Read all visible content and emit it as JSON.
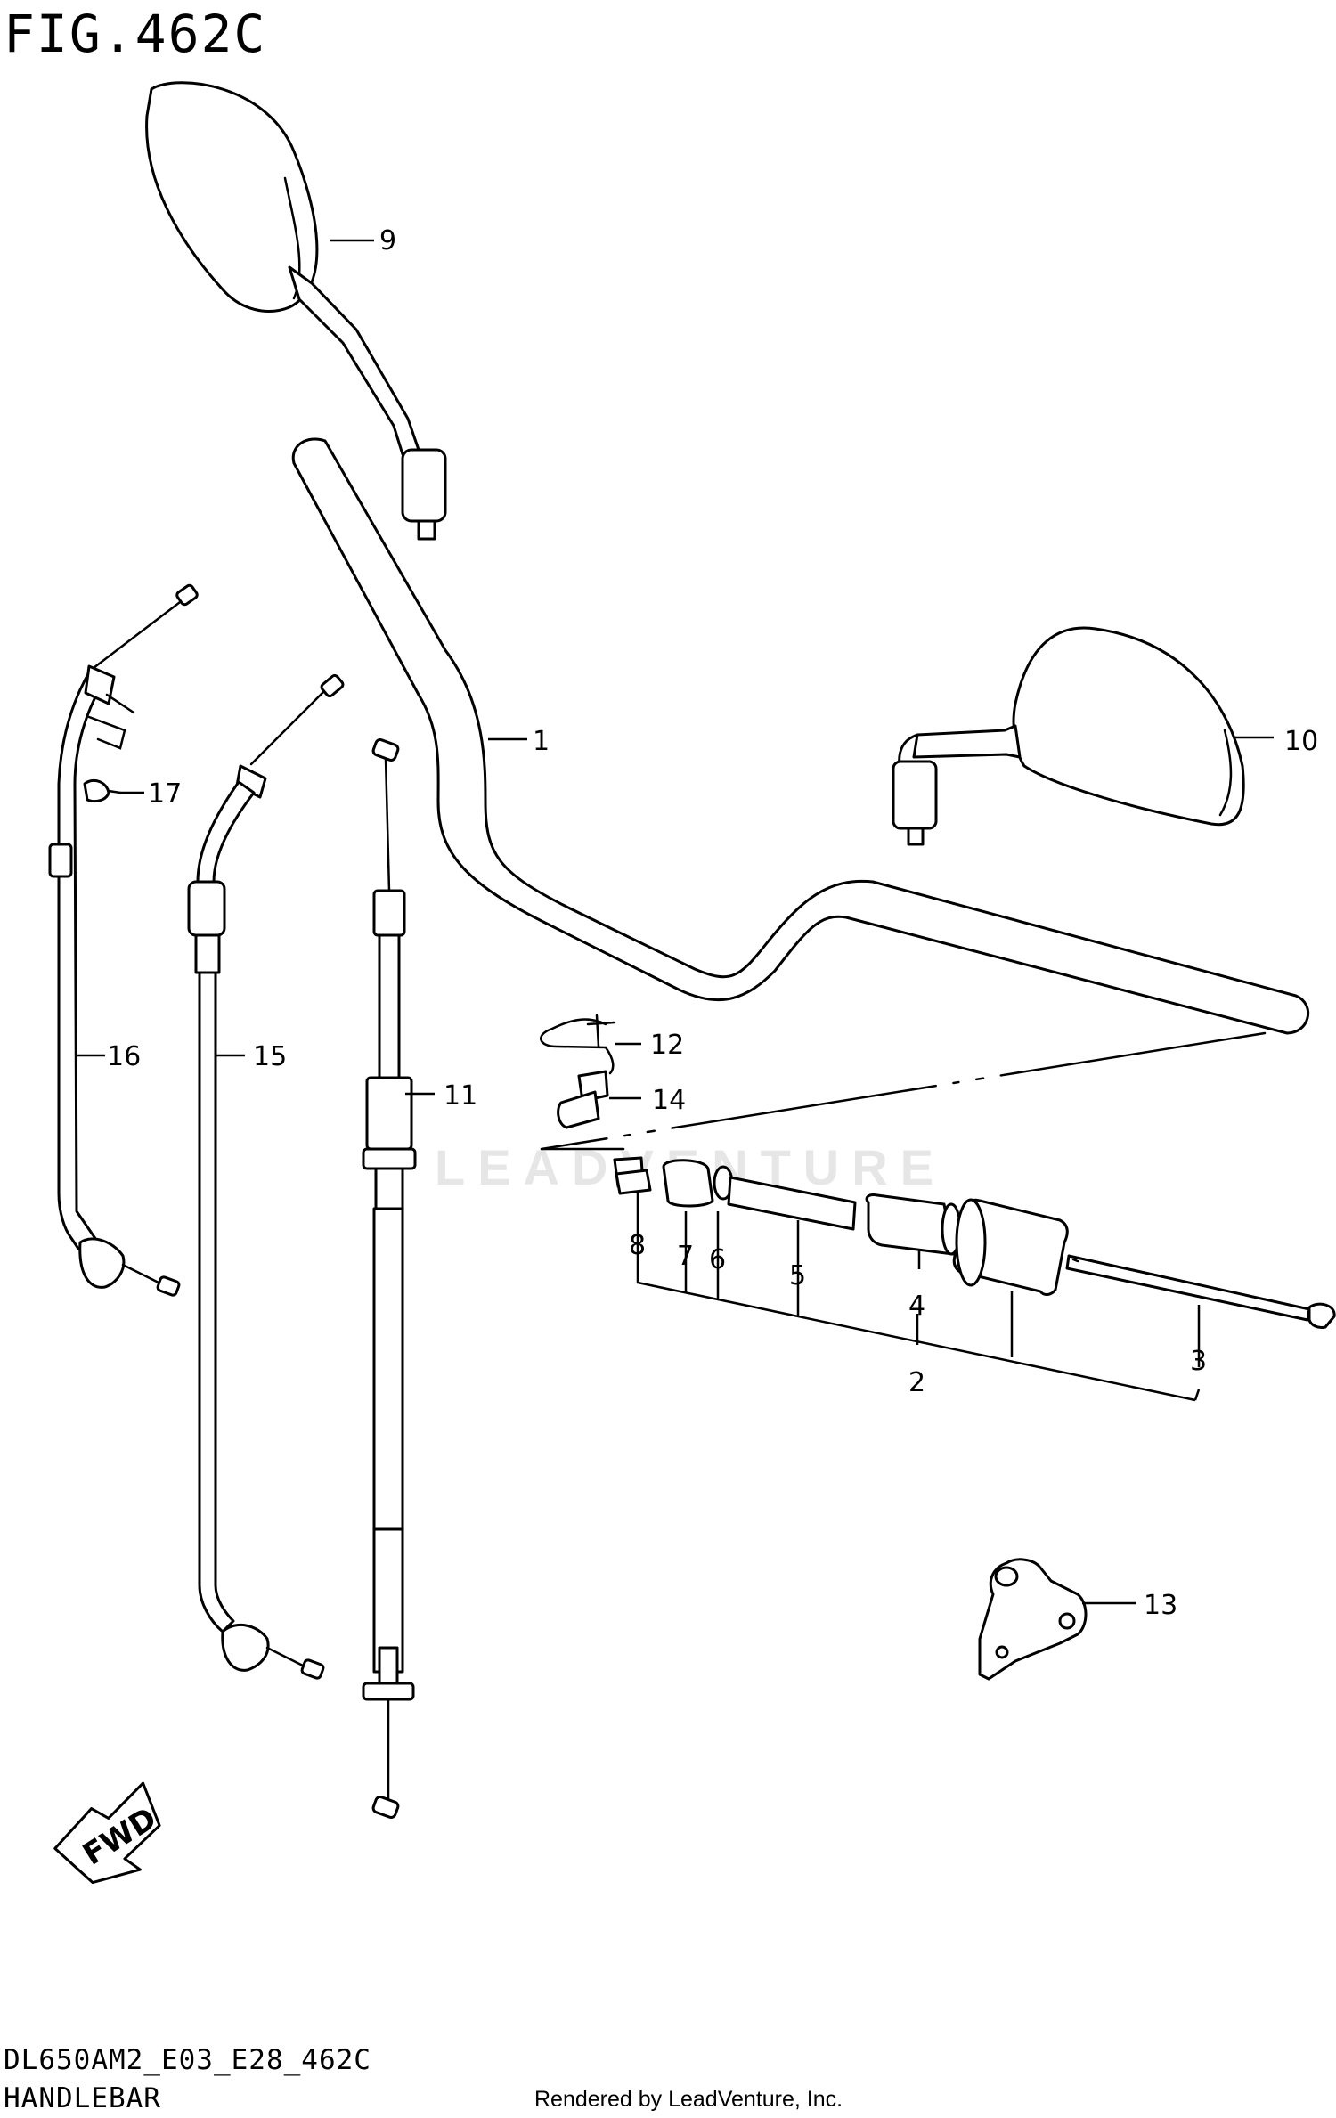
{
  "figure": {
    "title": "FIG.462C",
    "code": "DL650AM2_E03_E28_462C",
    "name": "HANDLEBAR"
  },
  "credit": "Rendered by LeadVenture, Inc.",
  "watermark": "LEADVENTURE",
  "direction_badge": "FWD",
  "callouts": {
    "c1": "1",
    "c2": "2",
    "c3": "3",
    "c4": "4",
    "c5": "5",
    "c6": "6",
    "c7": "7",
    "c8": "8",
    "c9": "9",
    "c10": "10",
    "c11": "11",
    "c12": "12",
    "c13": "13",
    "c14": "14",
    "c15": "15",
    "c16": "16",
    "c17": "17"
  }
}
